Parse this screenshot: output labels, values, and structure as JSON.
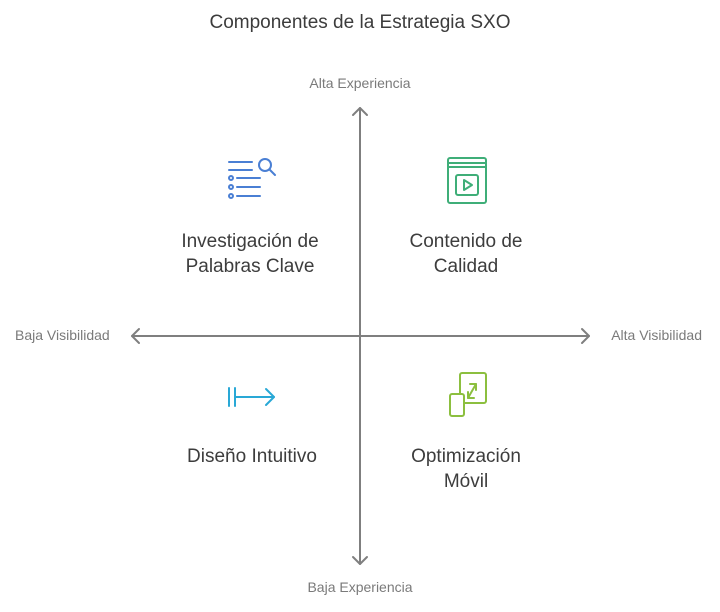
{
  "title": "Componentes de la Estrategia SXO",
  "axes": {
    "top": "Alta Experiencia",
    "bottom": "Baja Experiencia",
    "left": "Baja Visibilidad",
    "right": "Alta Visibilidad"
  },
  "quadrants": {
    "top_left": {
      "line1": "Investigación de",
      "line2": "Palabras Clave",
      "icon": "keyword-search-list-icon",
      "color": "#4a7fd4"
    },
    "top_right": {
      "line1": "Contenido de",
      "line2": "Calidad",
      "icon": "video-book-icon",
      "color": "#3fae78"
    },
    "bottom_left": {
      "line1": "Diseño Intuitivo",
      "icon": "arrow-right-from-bar-icon",
      "color": "#29a8d6"
    },
    "bottom_right": {
      "line1": "Optimización",
      "line2": "Móvil",
      "icon": "mobile-resize-icon",
      "color": "#8cbf3f"
    }
  },
  "colors": {
    "axis": "#7f7f7f"
  }
}
